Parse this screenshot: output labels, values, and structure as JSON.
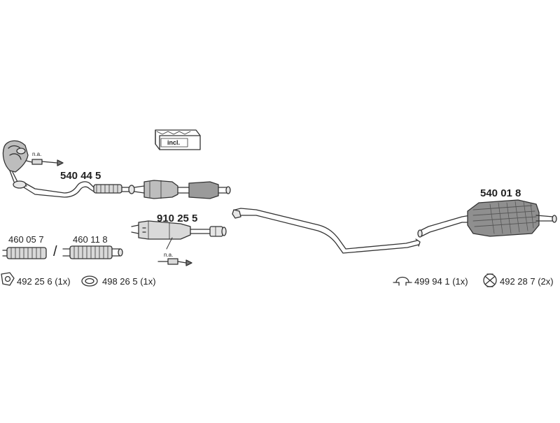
{
  "parts": {
    "front_pipe": "540 44 5",
    "catalyst": "910 25 5",
    "rear_silencer": "540 01 8",
    "flex_1": "460 05 7",
    "flex_2": "460 11 8",
    "flex_separator": "/",
    "gasket_1": "492 25 6 (1x)",
    "gasket_2": "498 26 5 (1x)",
    "clamp": "499 94 1 (1x)",
    "rubber_mount": "492 28 7 (2x)",
    "not_available_1": "n.a.",
    "not_available_2": "n.a.",
    "kit_label": "incl."
  },
  "colors": {
    "line": "#333333",
    "fill_light": "#d9d9d9",
    "fill_dark": "#777777"
  }
}
